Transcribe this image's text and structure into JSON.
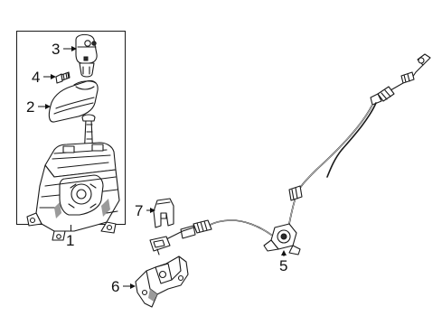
{
  "callouts": {
    "c1": "1",
    "c2": "2",
    "c3": "3",
    "c4": "4",
    "c5": "5",
    "c6": "6",
    "c7": "7"
  },
  "colors": {
    "ink": "#1a1a1a",
    "background": "#ffffff"
  }
}
